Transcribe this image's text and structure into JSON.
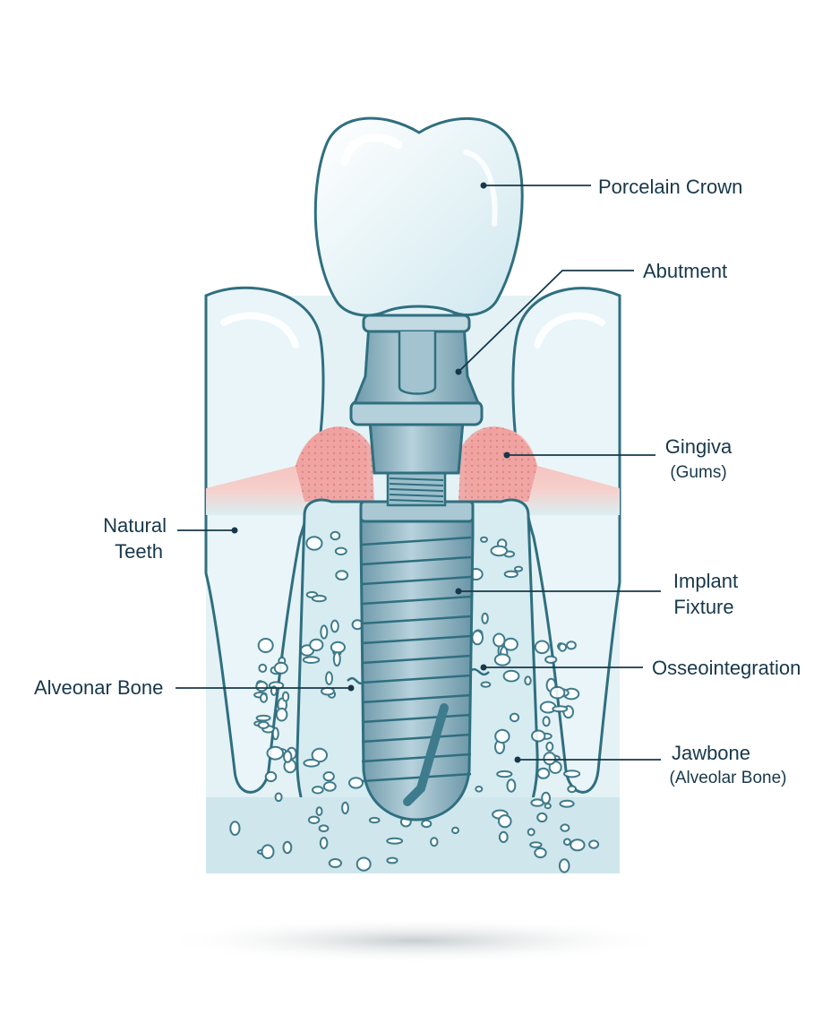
{
  "labels": {
    "crown": "Porcelain Crown",
    "abutment": "Abutment",
    "gingiva": "Gingiva",
    "gingiva_sub": "(Gums)",
    "natural_1": "Natural",
    "natural_2": "Teeth",
    "fixture_1": "Implant",
    "fixture_2": "Fixture",
    "alveonar": "Alveonar Bone",
    "osseo": "Osseointegration",
    "jawbone": "Jawbone",
    "jawbone_sub": "(Alveolar Bone)"
  },
  "colors": {
    "outline": "#2f6f80",
    "tooth_fill": "#e6f4f8",
    "gum": "#ec9c9c",
    "bone": "#cfe6ec",
    "implant": "#8fb3c0",
    "label_text": "#17384a"
  }
}
